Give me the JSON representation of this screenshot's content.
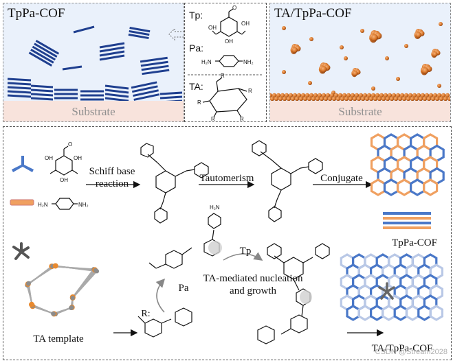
{
  "top": {
    "left_title": "TpPa-COF",
    "right_title": "TA/TpPa-COF",
    "substrate_label": "Substrate"
  },
  "monomers": {
    "tp_label": "Tp:",
    "pa_label": "Pa:",
    "ta_label": "TA:",
    "nh2": "NH₂",
    "h2n": "H₂N",
    "oh": "OH",
    "o": "O",
    "r": "R"
  },
  "steps": {
    "schiff_line1": "Schiff base",
    "schiff_line2": "reaction",
    "tautomerism": "Tautomerism",
    "conjugate": "Conjugate",
    "tppa_cof": "TpPa-COF",
    "tp": "Tp",
    "pa": "Pa",
    "mediated_line1": "TA-mediated nucleation",
    "mediated_line2": "and growth",
    "ta_template": "TA template",
    "ta_tppa_cof": "TA/TpPa-COF",
    "r_prime": "R:"
  },
  "watermark": "CSDN @Stream2028",
  "colors": {
    "cof_blue": "#1f3f8f",
    "orange": "#d9772a",
    "substrate": "#f8e3dc",
    "panel_bg": "#eaf1fb"
  }
}
